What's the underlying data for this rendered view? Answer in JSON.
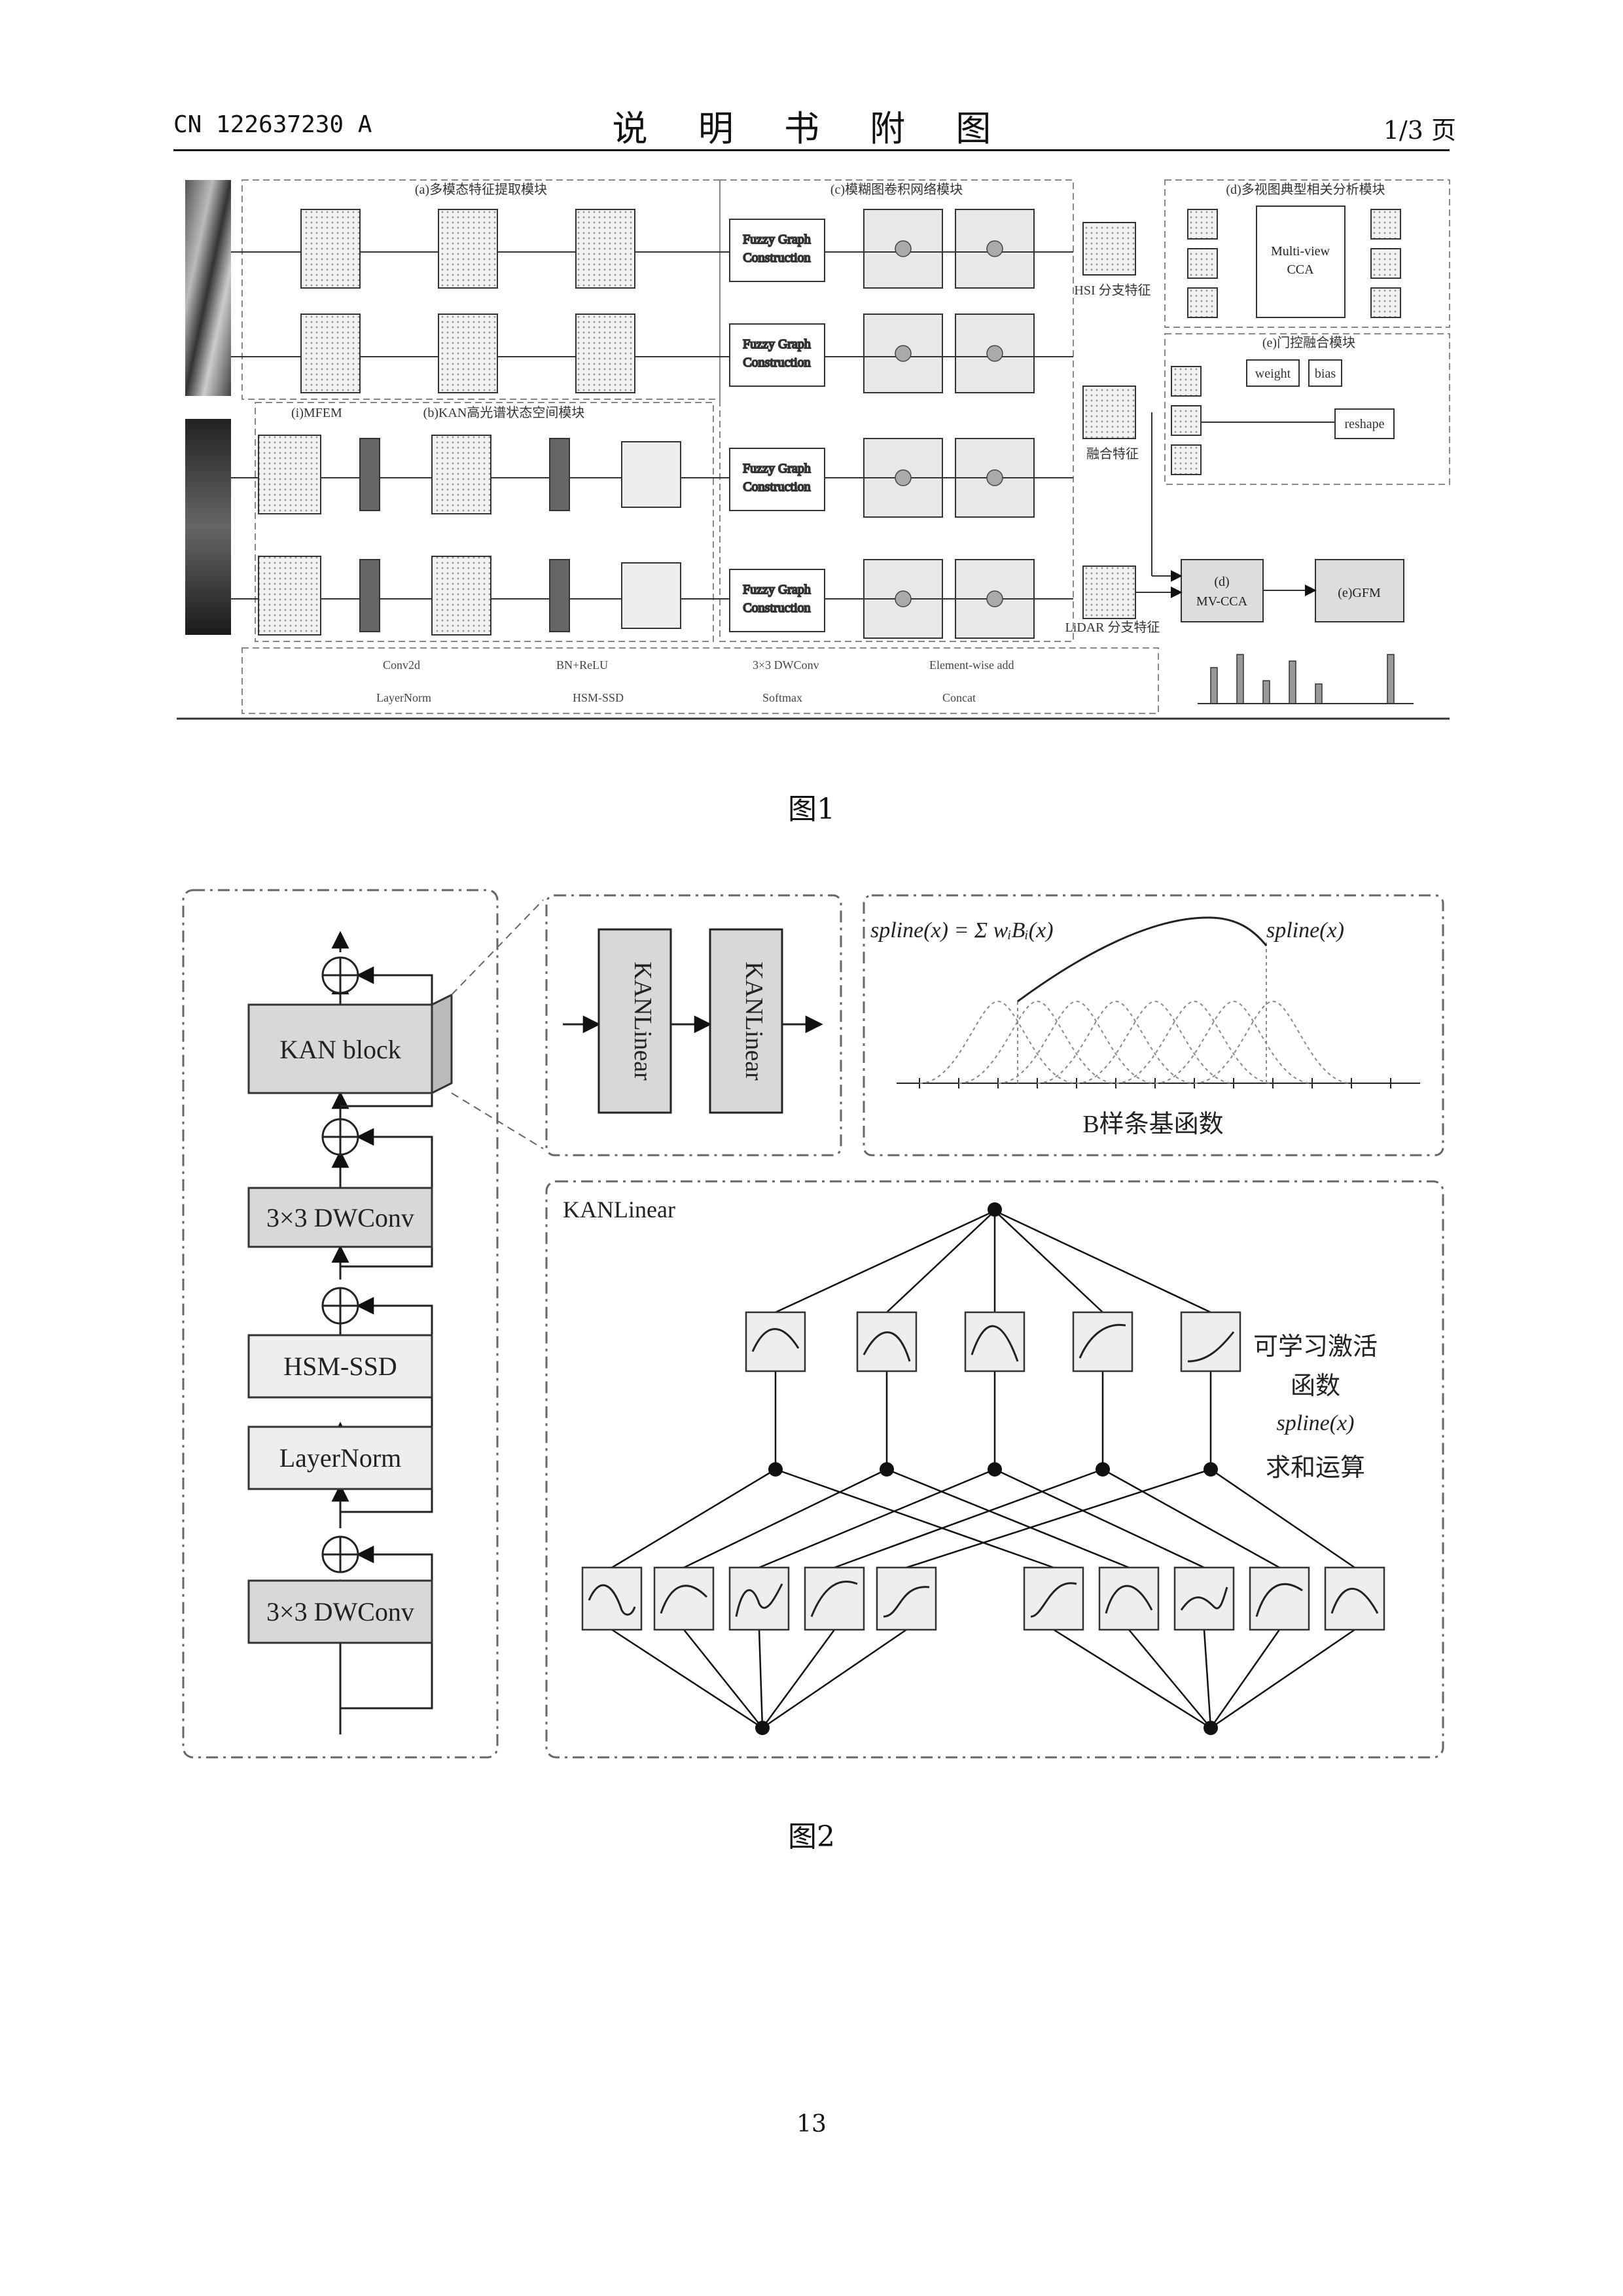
{
  "header": {
    "doc_number": "CN 122637230 A",
    "title": "说 明 书 附 图",
    "page": "1/3 页"
  },
  "figure1": {
    "caption": "图1",
    "module_a": "(a)多模态特征提取模块",
    "module_c": "(c)模糊图卷积网络模块",
    "module_d_top": "(d)多视图典型相关分析模块",
    "module_e_top": "(e)门控融合模块",
    "mfem": "(i)MFEM",
    "module_b": "(b)KAN高光谱状态空间模块",
    "fuzzy_graph_lines": [
      "Fuzzy Graph",
      "Construction"
    ],
    "multiview_cca_lines": [
      "Multi-view",
      "CCA"
    ],
    "hsi_feature": "HSI 分支特征",
    "fused_feature": "融合特征",
    "lidar_feature": "LiDAR 分支特征",
    "weight": "weight",
    "bias": "bias",
    "reshape": "reshape",
    "mv_cca_lines": [
      "(d)",
      "MV-CCA"
    ],
    "gfm": "(e)GFM",
    "legend": [
      "Conv2d",
      "BN+ReLU",
      "3×3 DWConv",
      "Element-wise add",
      "LayerNorm",
      "HSM-SSD",
      "Softmax",
      "Concat"
    ]
  },
  "figure2": {
    "caption": "图2",
    "kan_block": "KAN block",
    "dwconv_top": "3×3 DWConv",
    "hsm_ssd": "HSM-SSD",
    "layernorm": "LayerNorm",
    "dwconv_bottom": "3×3 DWConv",
    "kanlinear_1": "KANLinear",
    "kanlinear_2": "KANLinear",
    "spline_formula": "spline(x) = Σ wᵢBᵢ(x)",
    "spline_label": "spline(x)",
    "bspline_caption": "B样条基函数",
    "kanlinear_title": "KANLinear",
    "act_label_1": "可学习激活",
    "act_label_2": "函数",
    "act_label_3": "spline(x)",
    "sum_label": "求和运算"
  },
  "page_number": "13"
}
